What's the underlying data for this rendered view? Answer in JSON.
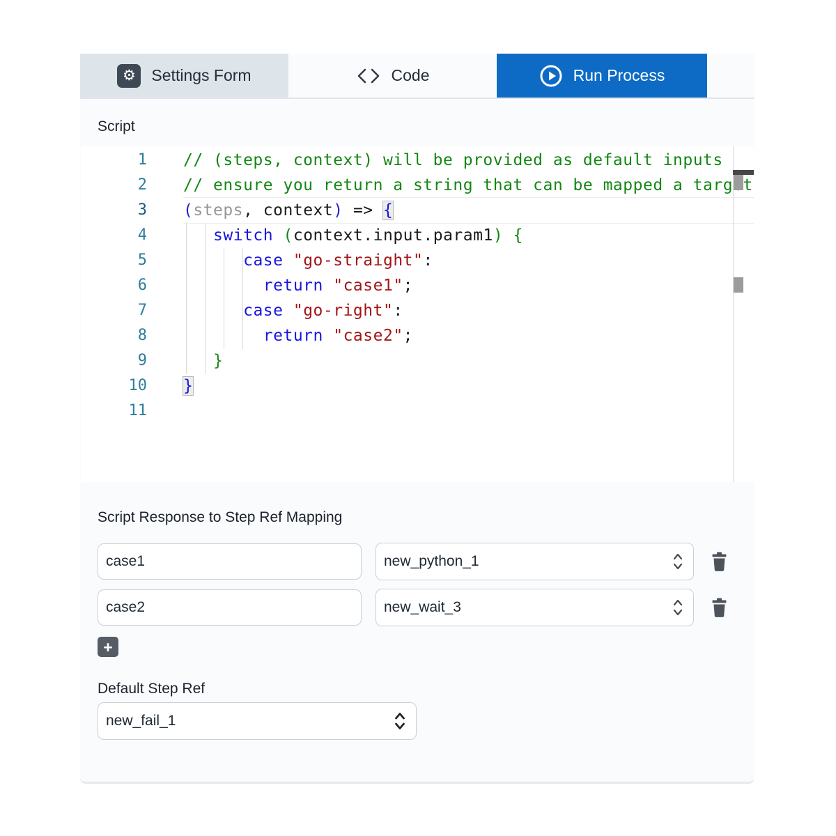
{
  "tabs": {
    "settings": {
      "label": "Settings Form",
      "icon": "gear-icon"
    },
    "code": {
      "label": "Code",
      "icon": "code-brackets-icon"
    },
    "run": {
      "label": "Run Process",
      "icon": "play-circle-icon",
      "active": true
    }
  },
  "colors": {
    "accent_blue": "#0d6bc5",
    "tab_inactive_bg": "#dde4ea",
    "comment_green": "#128712",
    "keyword_blue": "#1616dd",
    "string_red": "#a31515",
    "line_number_teal": "#2f7e9d"
  },
  "editor": {
    "label": "Script",
    "lines": [
      {
        "num": "1",
        "active": false,
        "tokens": [
          {
            "text": "// (steps, context) will be provided as default inputs",
            "type": "comment"
          }
        ]
      },
      {
        "num": "2",
        "active": false,
        "tokens": [
          {
            "text": "// ensure you return a string that can be mapped a target",
            "type": "comment"
          }
        ]
      },
      {
        "num": "3",
        "active": true,
        "tokens": [
          {
            "text": "(",
            "type": "brkblue"
          },
          {
            "text": "steps",
            "type": "dim"
          },
          {
            "text": ", context",
            "type": "plain"
          },
          {
            "text": ")",
            "type": "brkblue"
          },
          {
            "text": " => ",
            "type": "plain"
          },
          {
            "text": "{",
            "type": "match"
          }
        ]
      },
      {
        "num": "4",
        "active": false,
        "tokens": [
          {
            "text": "   ",
            "type": "plain"
          },
          {
            "text": "switch",
            "type": "kw"
          },
          {
            "text": " ",
            "type": "plain"
          },
          {
            "text": "(",
            "type": "brkgreen"
          },
          {
            "text": "context.input.param1",
            "type": "plain"
          },
          {
            "text": ")",
            "type": "brkgreen"
          },
          {
            "text": " ",
            "type": "plain"
          },
          {
            "text": "{",
            "type": "brkgreen"
          }
        ]
      },
      {
        "num": "5",
        "active": false,
        "tokens": [
          {
            "text": "      ",
            "type": "plain"
          },
          {
            "text": "case",
            "type": "kw"
          },
          {
            "text": " ",
            "type": "plain"
          },
          {
            "text": "\"go-straight\"",
            "type": "str"
          },
          {
            "text": ":",
            "type": "plain"
          }
        ]
      },
      {
        "num": "6",
        "active": false,
        "tokens": [
          {
            "text": "        ",
            "type": "plain"
          },
          {
            "text": "return",
            "type": "kw"
          },
          {
            "text": " ",
            "type": "plain"
          },
          {
            "text": "\"case1\"",
            "type": "str"
          },
          {
            "text": ";",
            "type": "plain"
          }
        ]
      },
      {
        "num": "7",
        "active": false,
        "tokens": [
          {
            "text": "      ",
            "type": "plain"
          },
          {
            "text": "case",
            "type": "kw"
          },
          {
            "text": " ",
            "type": "plain"
          },
          {
            "text": "\"go-right\"",
            "type": "str"
          },
          {
            "text": ":",
            "type": "plain"
          }
        ]
      },
      {
        "num": "8",
        "active": false,
        "tokens": [
          {
            "text": "        ",
            "type": "plain"
          },
          {
            "text": "return",
            "type": "kw"
          },
          {
            "text": " ",
            "type": "plain"
          },
          {
            "text": "\"case2\"",
            "type": "str"
          },
          {
            "text": ";",
            "type": "plain"
          }
        ]
      },
      {
        "num": "9",
        "active": false,
        "tokens": [
          {
            "text": "   ",
            "type": "plain"
          },
          {
            "text": "}",
            "type": "brkgreen"
          }
        ]
      },
      {
        "num": "10",
        "active": false,
        "tokens": [
          {
            "text": "}",
            "type": "match"
          }
        ]
      },
      {
        "num": "11",
        "active": false,
        "tokens": []
      }
    ]
  },
  "mapping": {
    "heading": "Script Response to Step Ref Mapping",
    "rows": [
      {
        "response": "case1",
        "step_ref": "new_python_1"
      },
      {
        "response": "case2",
        "step_ref": "new_wait_3"
      }
    ],
    "add_label": "+"
  },
  "default_step": {
    "label": "Default Step Ref",
    "value": "new_fail_1"
  }
}
